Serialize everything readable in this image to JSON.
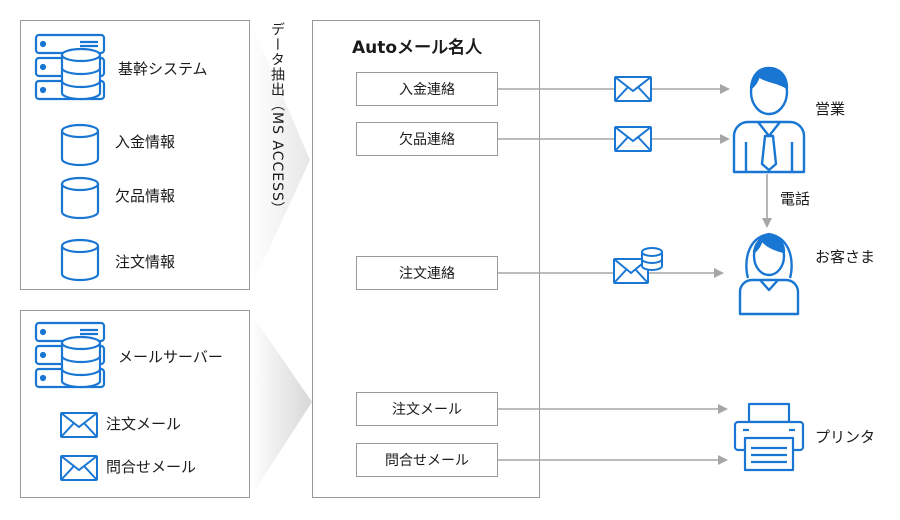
{
  "left_top": {
    "system_label": "基幹システム",
    "items": [
      {
        "label": "入金情報"
      },
      {
        "label": "欠品情報"
      },
      {
        "label": "注文情報"
      }
    ]
  },
  "left_bottom": {
    "server_label": "メールサーバー",
    "items": [
      {
        "label": "注文メール"
      },
      {
        "label": "問合せメール"
      }
    ]
  },
  "extract_label": "データ抽出（MS ACCESS）",
  "center": {
    "title": "Autoメール名人",
    "boxes": [
      {
        "label": "入金連絡"
      },
      {
        "label": "欠品連絡"
      },
      {
        "label": "注文連絡"
      },
      {
        "label": "注文メール"
      },
      {
        "label": "問合せメール"
      }
    ]
  },
  "right": {
    "sales_label": "営業",
    "phone_label": "電話",
    "customer_label": "お客さま",
    "printer_label": "プリンタ"
  },
  "colors": {
    "icon_blue": "#1976d2",
    "border_gray": "#9a9a9a",
    "arrow_gray": "#a6a6a6"
  }
}
